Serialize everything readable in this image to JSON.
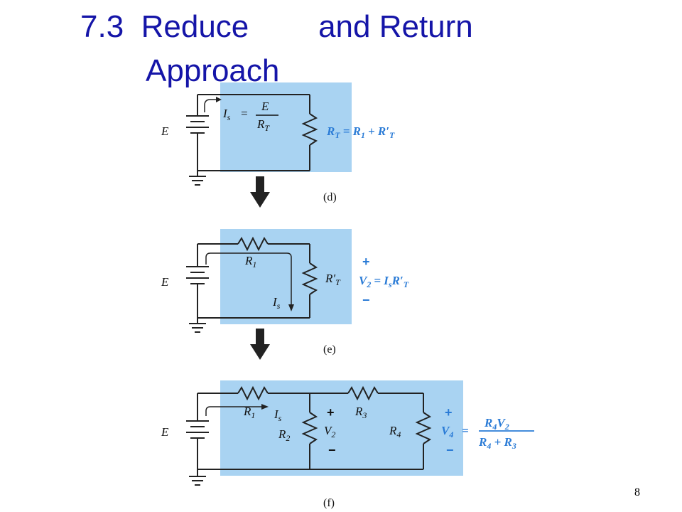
{
  "slide": {
    "title_line1": "7.3  Reduce        and Return",
    "title_line2": "Approach",
    "page_number": "8",
    "title_color": "#1515a8"
  },
  "diagram": {
    "shade_color": "#a9d3f2",
    "label_color": "#2a7bd6",
    "source_label": "E",
    "circuit_d": {
      "caption": "(d)",
      "current_lhs": "I",
      "current_sub": "s",
      "eq": "=",
      "frac_num": "E",
      "frac_den": "R",
      "frac_den_sub": "T",
      "rt_label": "R",
      "rt_sub": "T",
      "rt_eq": "= R",
      "rt_eq_sub": "1",
      "rt_plus": "+ R′",
      "rt_plus_sub": "T"
    },
    "circuit_e": {
      "caption": "(e)",
      "r1_label": "R",
      "r1_sub": "1",
      "rt_label": "R′",
      "rt_sub": "T",
      "is_label": "I",
      "is_sub": "s",
      "plus": "+",
      "minus": "−",
      "v2_label": "V",
      "v2_sub": "2",
      "v2_eq": "= I",
      "v2_eq_sub": "s",
      "v2_eq_r": "R′",
      "v2_eq_r_sub": "T"
    },
    "circuit_f": {
      "caption": "(f)",
      "r1_label": "R",
      "r1_sub": "1",
      "is_label": "I",
      "is_sub": "s",
      "r2_label": "R",
      "r2_sub": "2",
      "plus": "+",
      "minus": "−",
      "v2_label": "V",
      "v2_sub": "2",
      "r3_label": "R",
      "r3_sub": "3",
      "r4_label": "R",
      "r4_sub": "4",
      "v4_label": "V",
      "v4_sub": "4",
      "eq": "=",
      "frac_num_a": "R",
      "frac_num_a_sub": "4",
      "frac_num_b": "V",
      "frac_num_b_sub": "2",
      "frac_den_a": "R",
      "frac_den_a_sub": "4",
      "frac_den_plus": " + R",
      "frac_den_b_sub": "3"
    }
  }
}
